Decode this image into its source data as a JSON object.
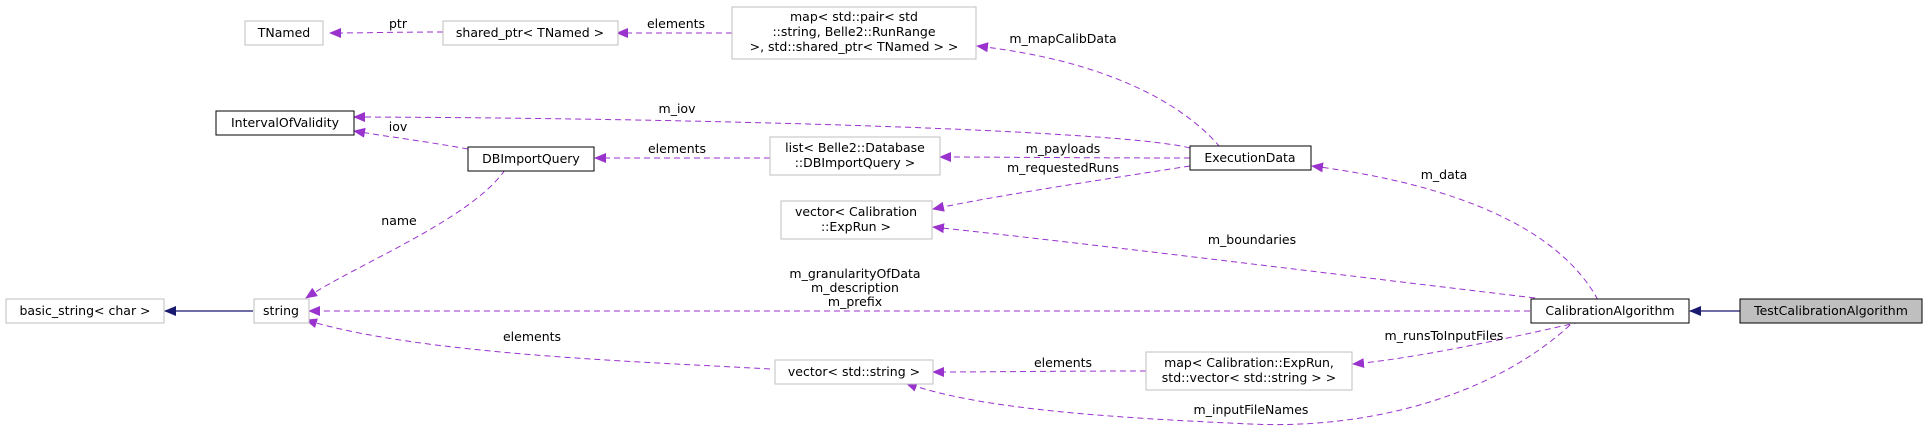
{
  "diagram": {
    "title": "",
    "colors": {
      "usage_edge": "#9a32cd",
      "inheritance_edge": "#191970",
      "grey_border": "#bfbfbf",
      "focus_fill": "#bfbfbf"
    },
    "nodes": {
      "tnamed": "TNamed",
      "shared_ptr": "shared_ptr< TNamed >",
      "map_calib": [
        "map< std::pair< std",
        "::string, Belle2::RunRange",
        " >, std::shared_ptr< TNamed > >"
      ],
      "interval_of_validity": "IntervalOfValidity",
      "db_import_query": "DBImportQuery",
      "list_db": [
        "list< Belle2::Database",
        "::DBImportQuery >"
      ],
      "execution_data": "ExecutionData",
      "vector_calib": [
        "vector< Calibration",
        "::ExpRun >"
      ],
      "basic_string": "basic_string< char >",
      "string": "string",
      "calibration_algorithm": "CalibrationAlgorithm",
      "test_calibration_algorithm": "TestCalibrationAlgorithm",
      "vector_string": "vector< std::string >",
      "map_runs": [
        "map< Calibration::ExpRun,",
        " std::vector< std::string > >"
      ]
    },
    "edge_labels": {
      "ptr": "ptr",
      "elements_shared": "elements",
      "m_mapCalibData": "m_mapCalibData",
      "m_iov": "m_iov",
      "iov": "iov",
      "elements_list": "elements",
      "m_payloads": "m_payloads",
      "m_requestedRuns": "m_requestedRuns",
      "m_data": "m_data",
      "name": "name",
      "m_boundaries": "m_boundaries",
      "string_members": [
        "m_granularityOfData",
        "m_description",
        "m_prefix"
      ],
      "elements_vector": "elements",
      "elements_map": "elements",
      "m_runsToInputFiles": "m_runsToInputFiles",
      "m_inputFileNames": "m_inputFileNames"
    }
  }
}
